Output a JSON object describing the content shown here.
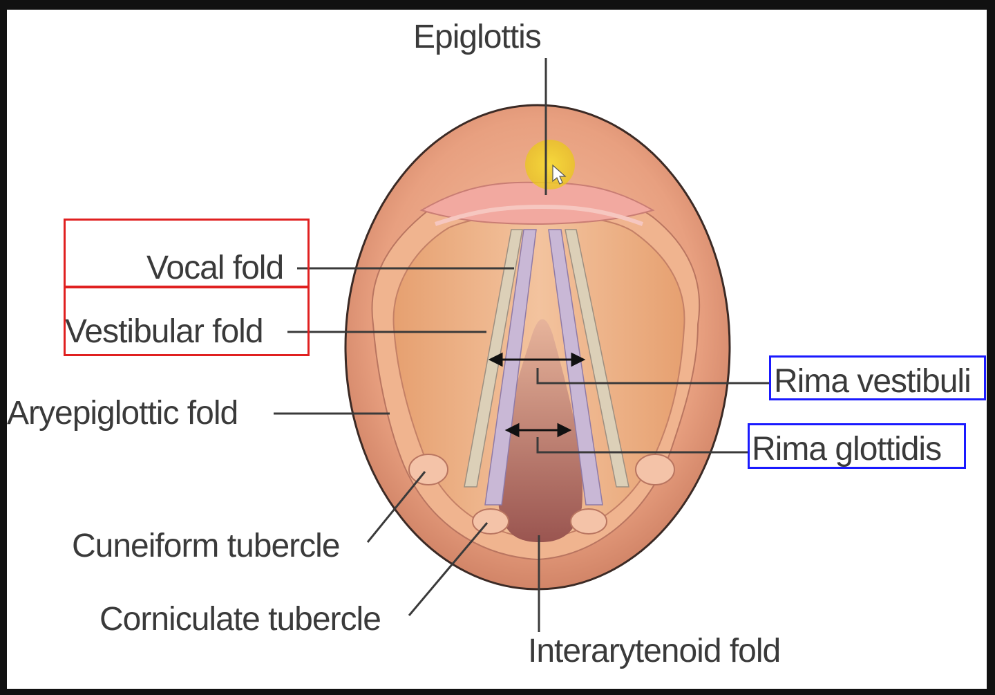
{
  "labels": {
    "epiglottis": "Epiglottis",
    "vocal_fold": "Vocal fold",
    "vestibular_fold": "Vestibular fold",
    "aryepiglottic_fold": "Aryepiglottic fold",
    "cuneiform_tubercle": "Cuneiform tubercle",
    "corniculate_tubercle": "Corniculate tubercle",
    "interarytenoid_fold": "Interarytenoid fold",
    "rima_vestibuli": "Rima vestibuli",
    "rima_glottidis": "Rima glottidis"
  },
  "highlights": {
    "red": "#e02020",
    "blue": "#1a1aff",
    "cursor_halo": "#f2d21a"
  },
  "colors": {
    "tissue_outer": "#e79a7c",
    "tissue_mid": "#f1b08c",
    "tissue_inner": "#eeae82",
    "cords": "#c9b8d6",
    "glottis": "#b46b60",
    "leader": "#3a3a3a"
  }
}
